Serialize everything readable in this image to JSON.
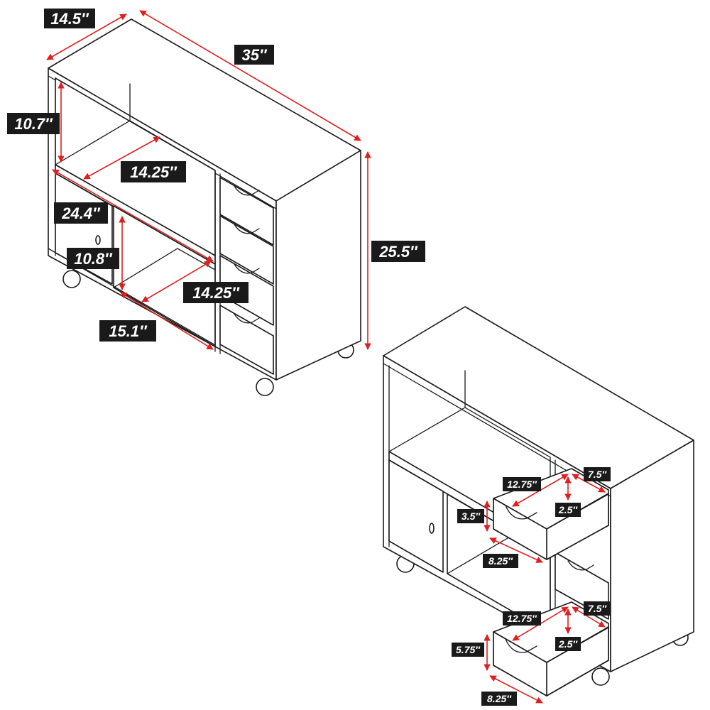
{
  "colors": {
    "outline": "#1a1a1a",
    "dimension_line": "#e02020",
    "label_bg": "#1a1a1a",
    "label_text": "#ffffff"
  },
  "cabinet_front": {
    "depth": "14.5″",
    "width": "35″",
    "upper_opening_height": "10.7″",
    "upper_shelf_depth": "14.25″",
    "shelf_width": "24.4″",
    "lower_opening_height": "10.8″",
    "lower_shelf_depth": "14.25″",
    "lower_opening_width": "15.1″",
    "height": "25.5″"
  },
  "cabinet_open": {
    "small_drawer_width": "12.75″",
    "small_drawer_depth": "7.5″",
    "small_drawer_inner_height": "2.5″",
    "small_drawer_height": "3.5″",
    "small_drawer_length": "8.25″",
    "large_drawer_width": "12.75″",
    "large_drawer_depth": "7.5″",
    "large_drawer_inner_height": "2.5″",
    "large_drawer_height": "5.75″",
    "large_drawer_length": "8.25″"
  }
}
